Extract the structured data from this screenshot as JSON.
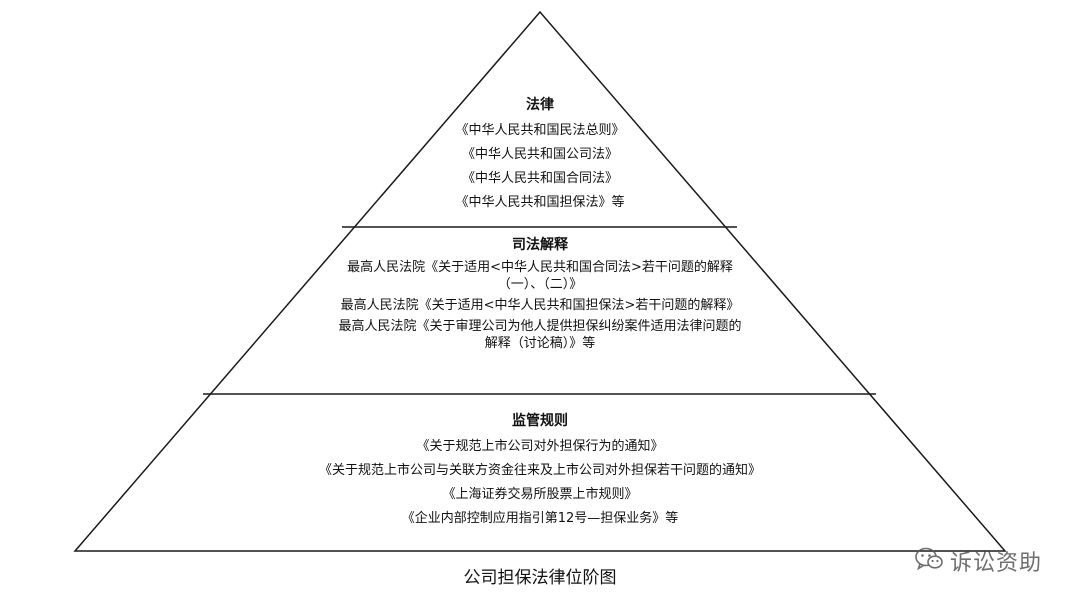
{
  "tiers": {
    "law": {
      "title": "法律",
      "items": [
        "《中华人民共和国民法总则》",
        "《中华人民共和国公司法》",
        "《中华人民共和国合同法》",
        "《中华人民共和国担保法》等"
      ]
    },
    "judicial": {
      "title": "司法解释",
      "items": [
        "最高人民法院《关于适用<中华人民共和国合同法>若干问题的解释（一）、（二）》",
        "最高人民法院《关于适用<中华人民共和国担保法>若干问题的解释》",
        "最高人民法院《关于审理公司为他人提供担保纠纷案件适用法律问题的解释（讨论稿）》等"
      ]
    },
    "regulatory": {
      "title": "监管规则",
      "items": [
        "《关于规范上市公司对外担保行为的通知》",
        "《关于规范上市公司与关联方资金往来及上市公司对外担保若干问题的通知》",
        "《上海证券交易所股票上市规则》",
        "《企业内部控制应用指引第12号—担保业务》等"
      ]
    }
  },
  "caption": "公司担保法律位阶图",
  "watermark": {
    "text": "诉讼资助",
    "icon": "wechat-icon"
  },
  "colors": {
    "line": "#1a1a1a",
    "text": "#111111",
    "watermark": "#555555"
  }
}
